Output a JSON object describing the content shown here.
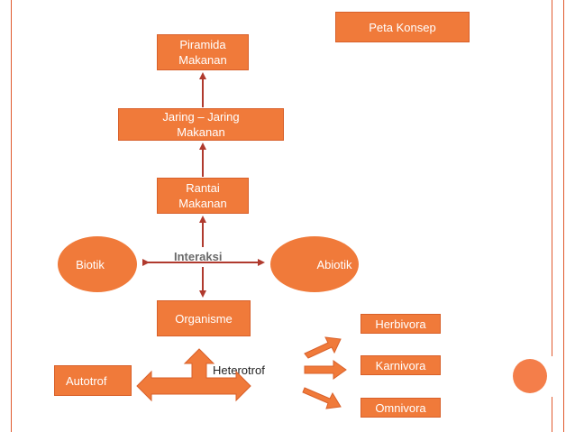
{
  "title": "Peta Konsep",
  "nodes": {
    "piramida": "Piramida\nMakanan",
    "jaring": "Jaring – Jaring\nMakanan",
    "rantai": "Rantai\nMakanan",
    "interaksi": "Interaksi",
    "biotik": "Biotik",
    "abiotik": "Abiotik",
    "organisme": "Organisme",
    "autotrof": "Autotrof",
    "heterotrof": "Heterotrof",
    "herbivora": "Herbivora",
    "karnivora": "Karnivora",
    "omnivora": "Omnivora"
  },
  "colors": {
    "box_fill": "#f07a3a",
    "frame": "#e05a2e",
    "arrow": "#b03a2e"
  }
}
